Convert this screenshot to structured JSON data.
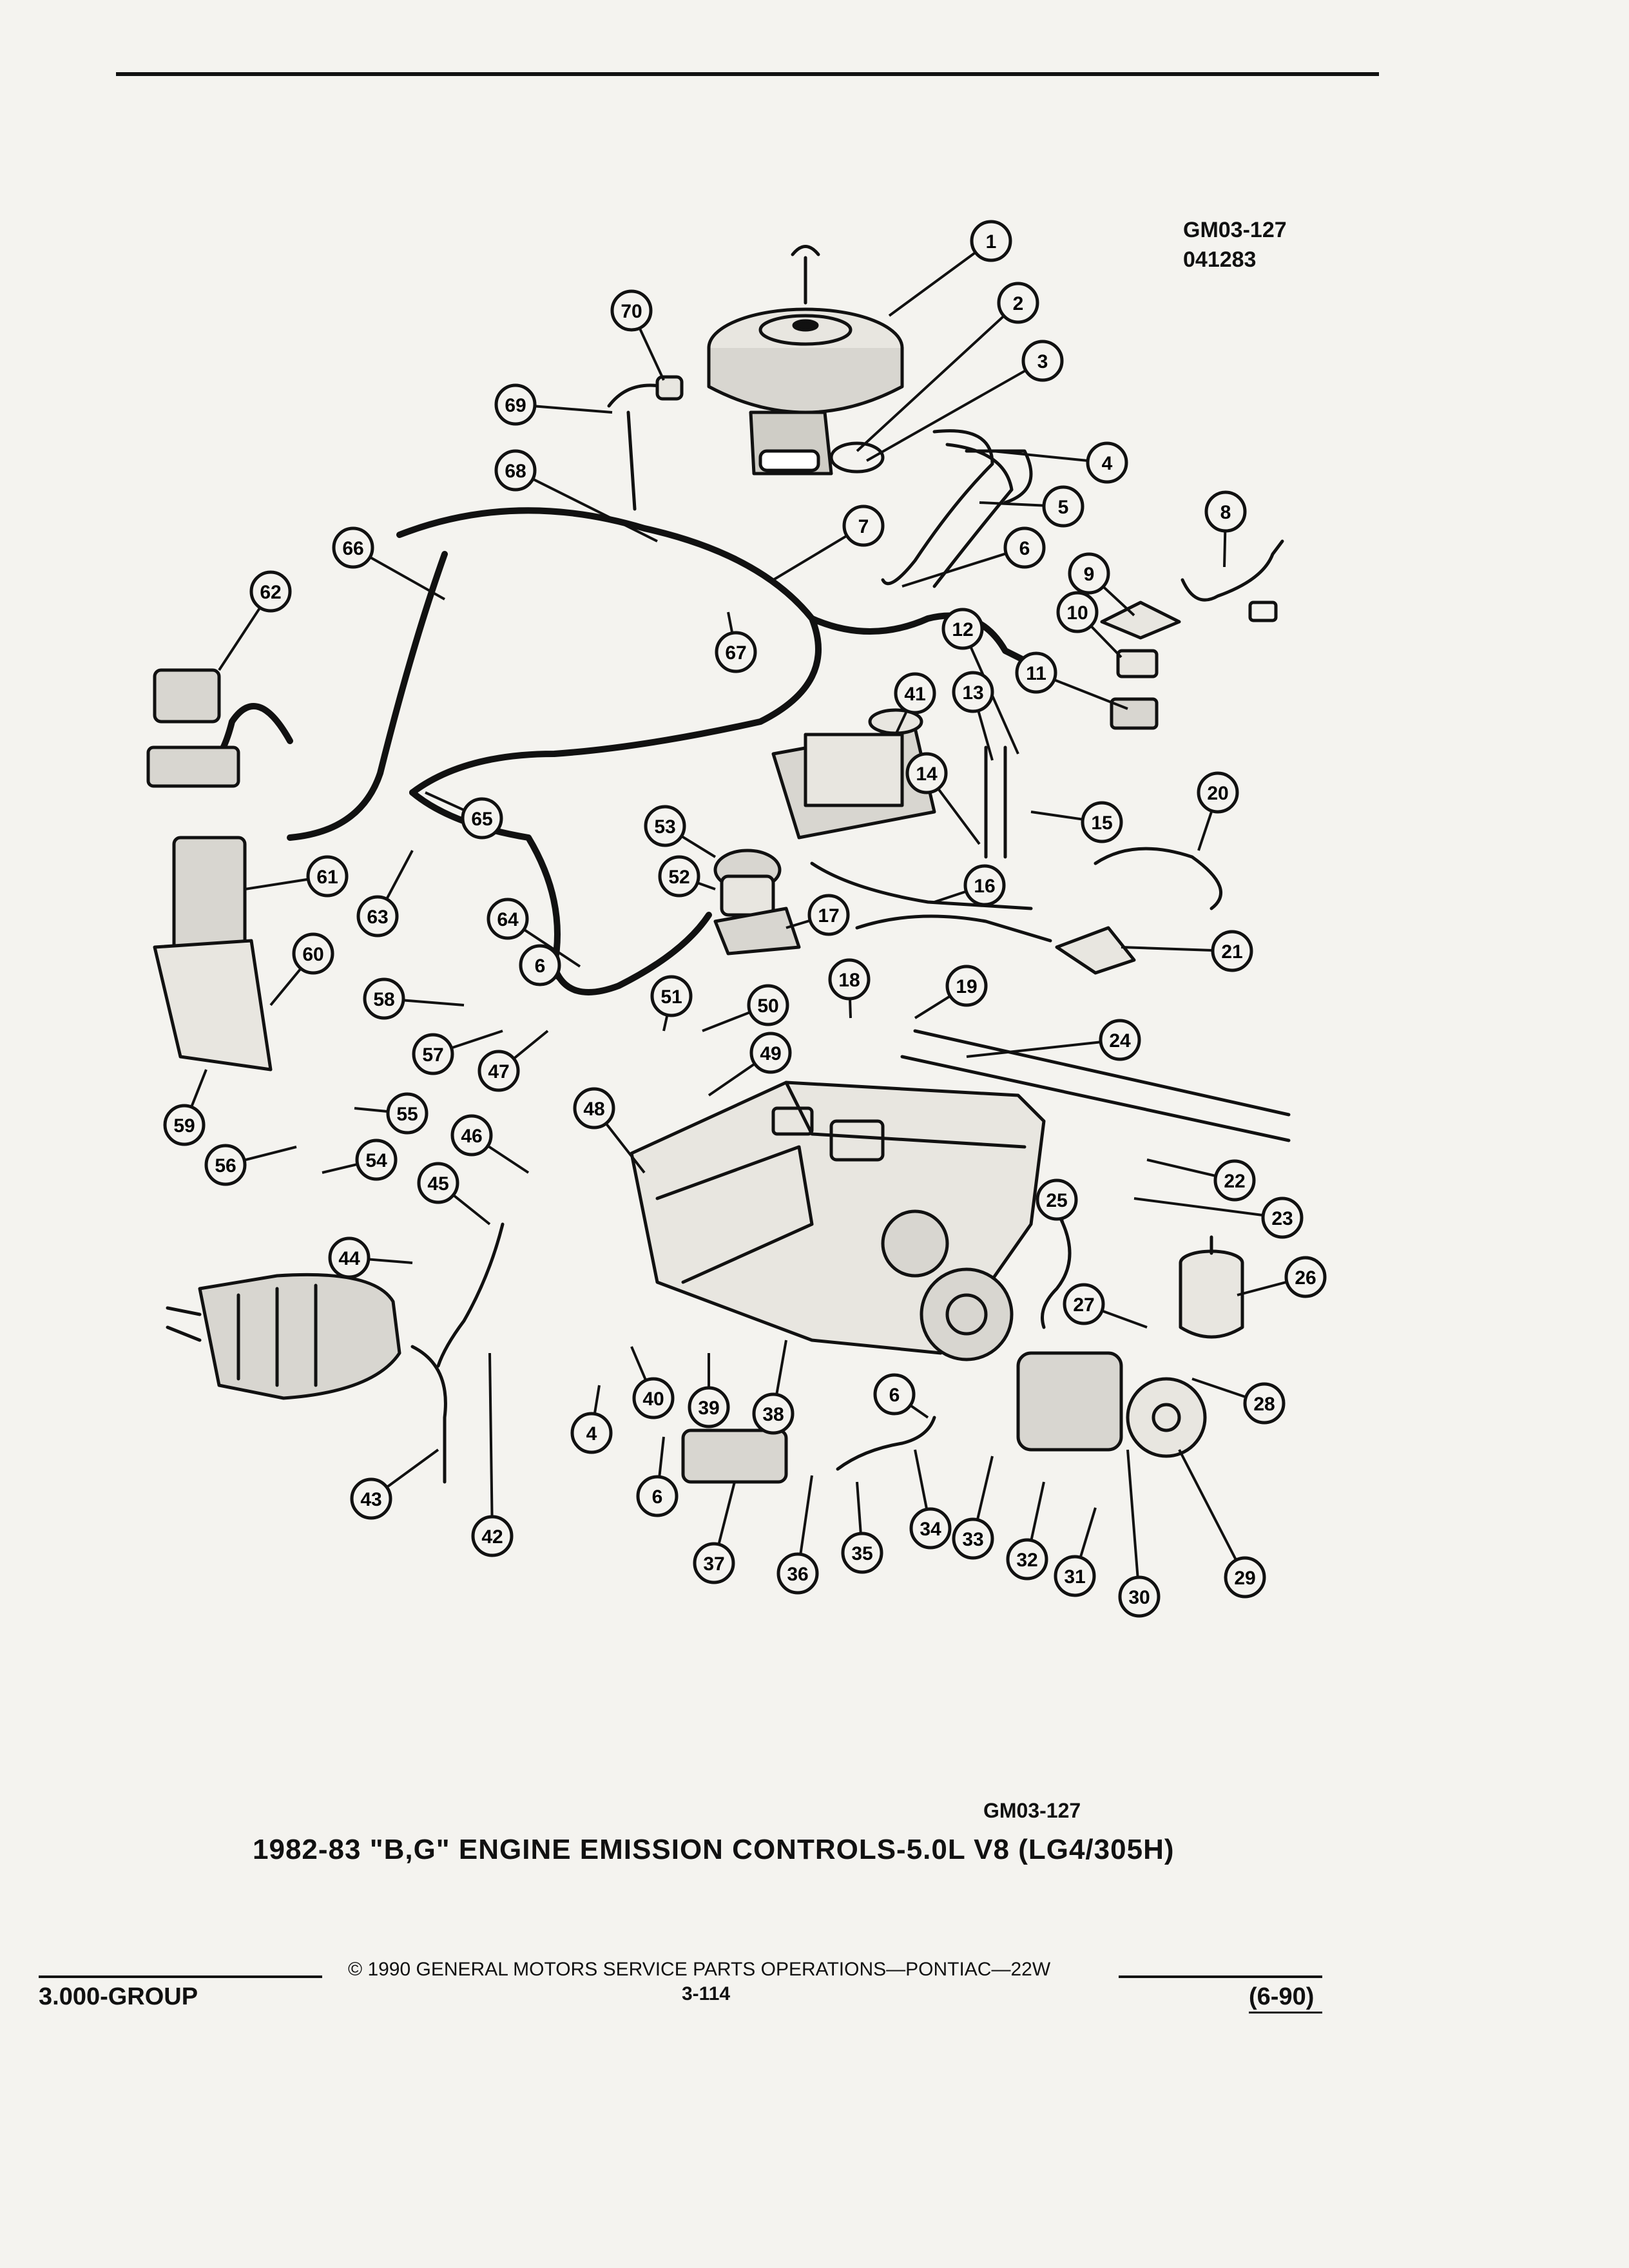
{
  "header": {
    "figure_code": "GM03-127",
    "figure_date": "041283"
  },
  "figure": {
    "code": "GM03-127",
    "title": "1982-83 \"B,G\" ENGINE EMISSION CONTROLS-5.0L V8 (LG4/305H)"
  },
  "footer": {
    "copyright": "© 1990 GENERAL MOTORS SERVICE PARTS OPERATIONS—PONTIAC—22W",
    "page_number": "3-114",
    "group": "3.000-GROUP",
    "revision": "(6-90)"
  },
  "callouts": [
    {
      "num": "1"
    },
    {
      "num": "2"
    },
    {
      "num": "3"
    },
    {
      "num": "4"
    },
    {
      "num": "5"
    },
    {
      "num": "6"
    },
    {
      "num": "7"
    },
    {
      "num": "8"
    },
    {
      "num": "9"
    },
    {
      "num": "10"
    },
    {
      "num": "11"
    },
    {
      "num": "12"
    },
    {
      "num": "13"
    },
    {
      "num": "14"
    },
    {
      "num": "15"
    },
    {
      "num": "16"
    },
    {
      "num": "17"
    },
    {
      "num": "18"
    },
    {
      "num": "19"
    },
    {
      "num": "20"
    },
    {
      "num": "21"
    },
    {
      "num": "22"
    },
    {
      "num": "23"
    },
    {
      "num": "24"
    },
    {
      "num": "25"
    },
    {
      "num": "26"
    },
    {
      "num": "27"
    },
    {
      "num": "28"
    },
    {
      "num": "29"
    },
    {
      "num": "30"
    },
    {
      "num": "31"
    },
    {
      "num": "32"
    },
    {
      "num": "33"
    },
    {
      "num": "34"
    },
    {
      "num": "35"
    },
    {
      "num": "36"
    },
    {
      "num": "37"
    },
    {
      "num": "38"
    },
    {
      "num": "39"
    },
    {
      "num": "40"
    },
    {
      "num": "41"
    },
    {
      "num": "42"
    },
    {
      "num": "43"
    },
    {
      "num": "44"
    },
    {
      "num": "45"
    },
    {
      "num": "46"
    },
    {
      "num": "47"
    },
    {
      "num": "48"
    },
    {
      "num": "49"
    },
    {
      "num": "50"
    },
    {
      "num": "51"
    },
    {
      "num": "52"
    },
    {
      "num": "53"
    },
    {
      "num": "54"
    },
    {
      "num": "55"
    },
    {
      "num": "56"
    },
    {
      "num": "57"
    },
    {
      "num": "58"
    },
    {
      "num": "59"
    },
    {
      "num": "60"
    },
    {
      "num": "61"
    },
    {
      "num": "62"
    },
    {
      "num": "63"
    },
    {
      "num": "64"
    },
    {
      "num": "65"
    },
    {
      "num": "66"
    },
    {
      "num": "67"
    },
    {
      "num": "68"
    },
    {
      "num": "69"
    },
    {
      "num": "70"
    },
    {
      "num": "6"
    },
    {
      "num": "6"
    },
    {
      "num": "6"
    },
    {
      "num": "4"
    }
  ]
}
